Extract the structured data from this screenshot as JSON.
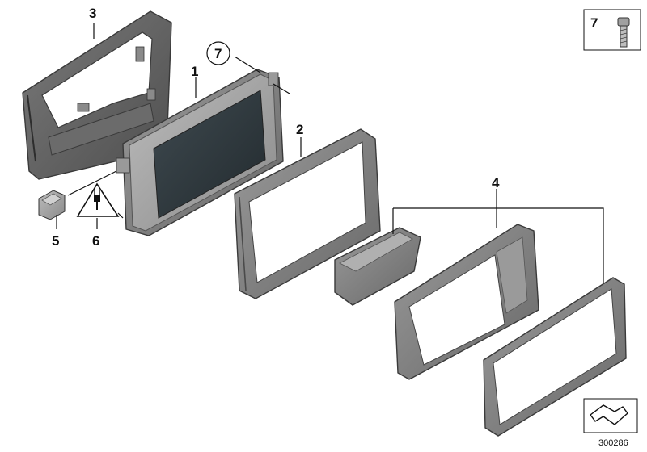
{
  "diagram": {
    "callouts": [
      {
        "id": "part-1",
        "label": "1"
      },
      {
        "id": "part-2",
        "label": "2"
      },
      {
        "id": "part-3",
        "label": "3"
      },
      {
        "id": "part-4",
        "label": "4"
      },
      {
        "id": "part-5",
        "label": "5"
      },
      {
        "id": "part-6",
        "label": "6"
      },
      {
        "id": "part-7",
        "label": "7"
      }
    ],
    "legend_box": {
      "label": "7",
      "icon": "screw-icon"
    },
    "circled_callout": {
      "label": "7"
    },
    "reference_number": "300286",
    "orientation_icon": "arrow-icon",
    "warning_icon": "electrical-warning-icon",
    "colors": {
      "part_dark": "#5c5c5c",
      "part_mid": "#808080",
      "part_light": "#a6a6a6",
      "screen": "#2f3a40",
      "line": "#111111"
    }
  }
}
